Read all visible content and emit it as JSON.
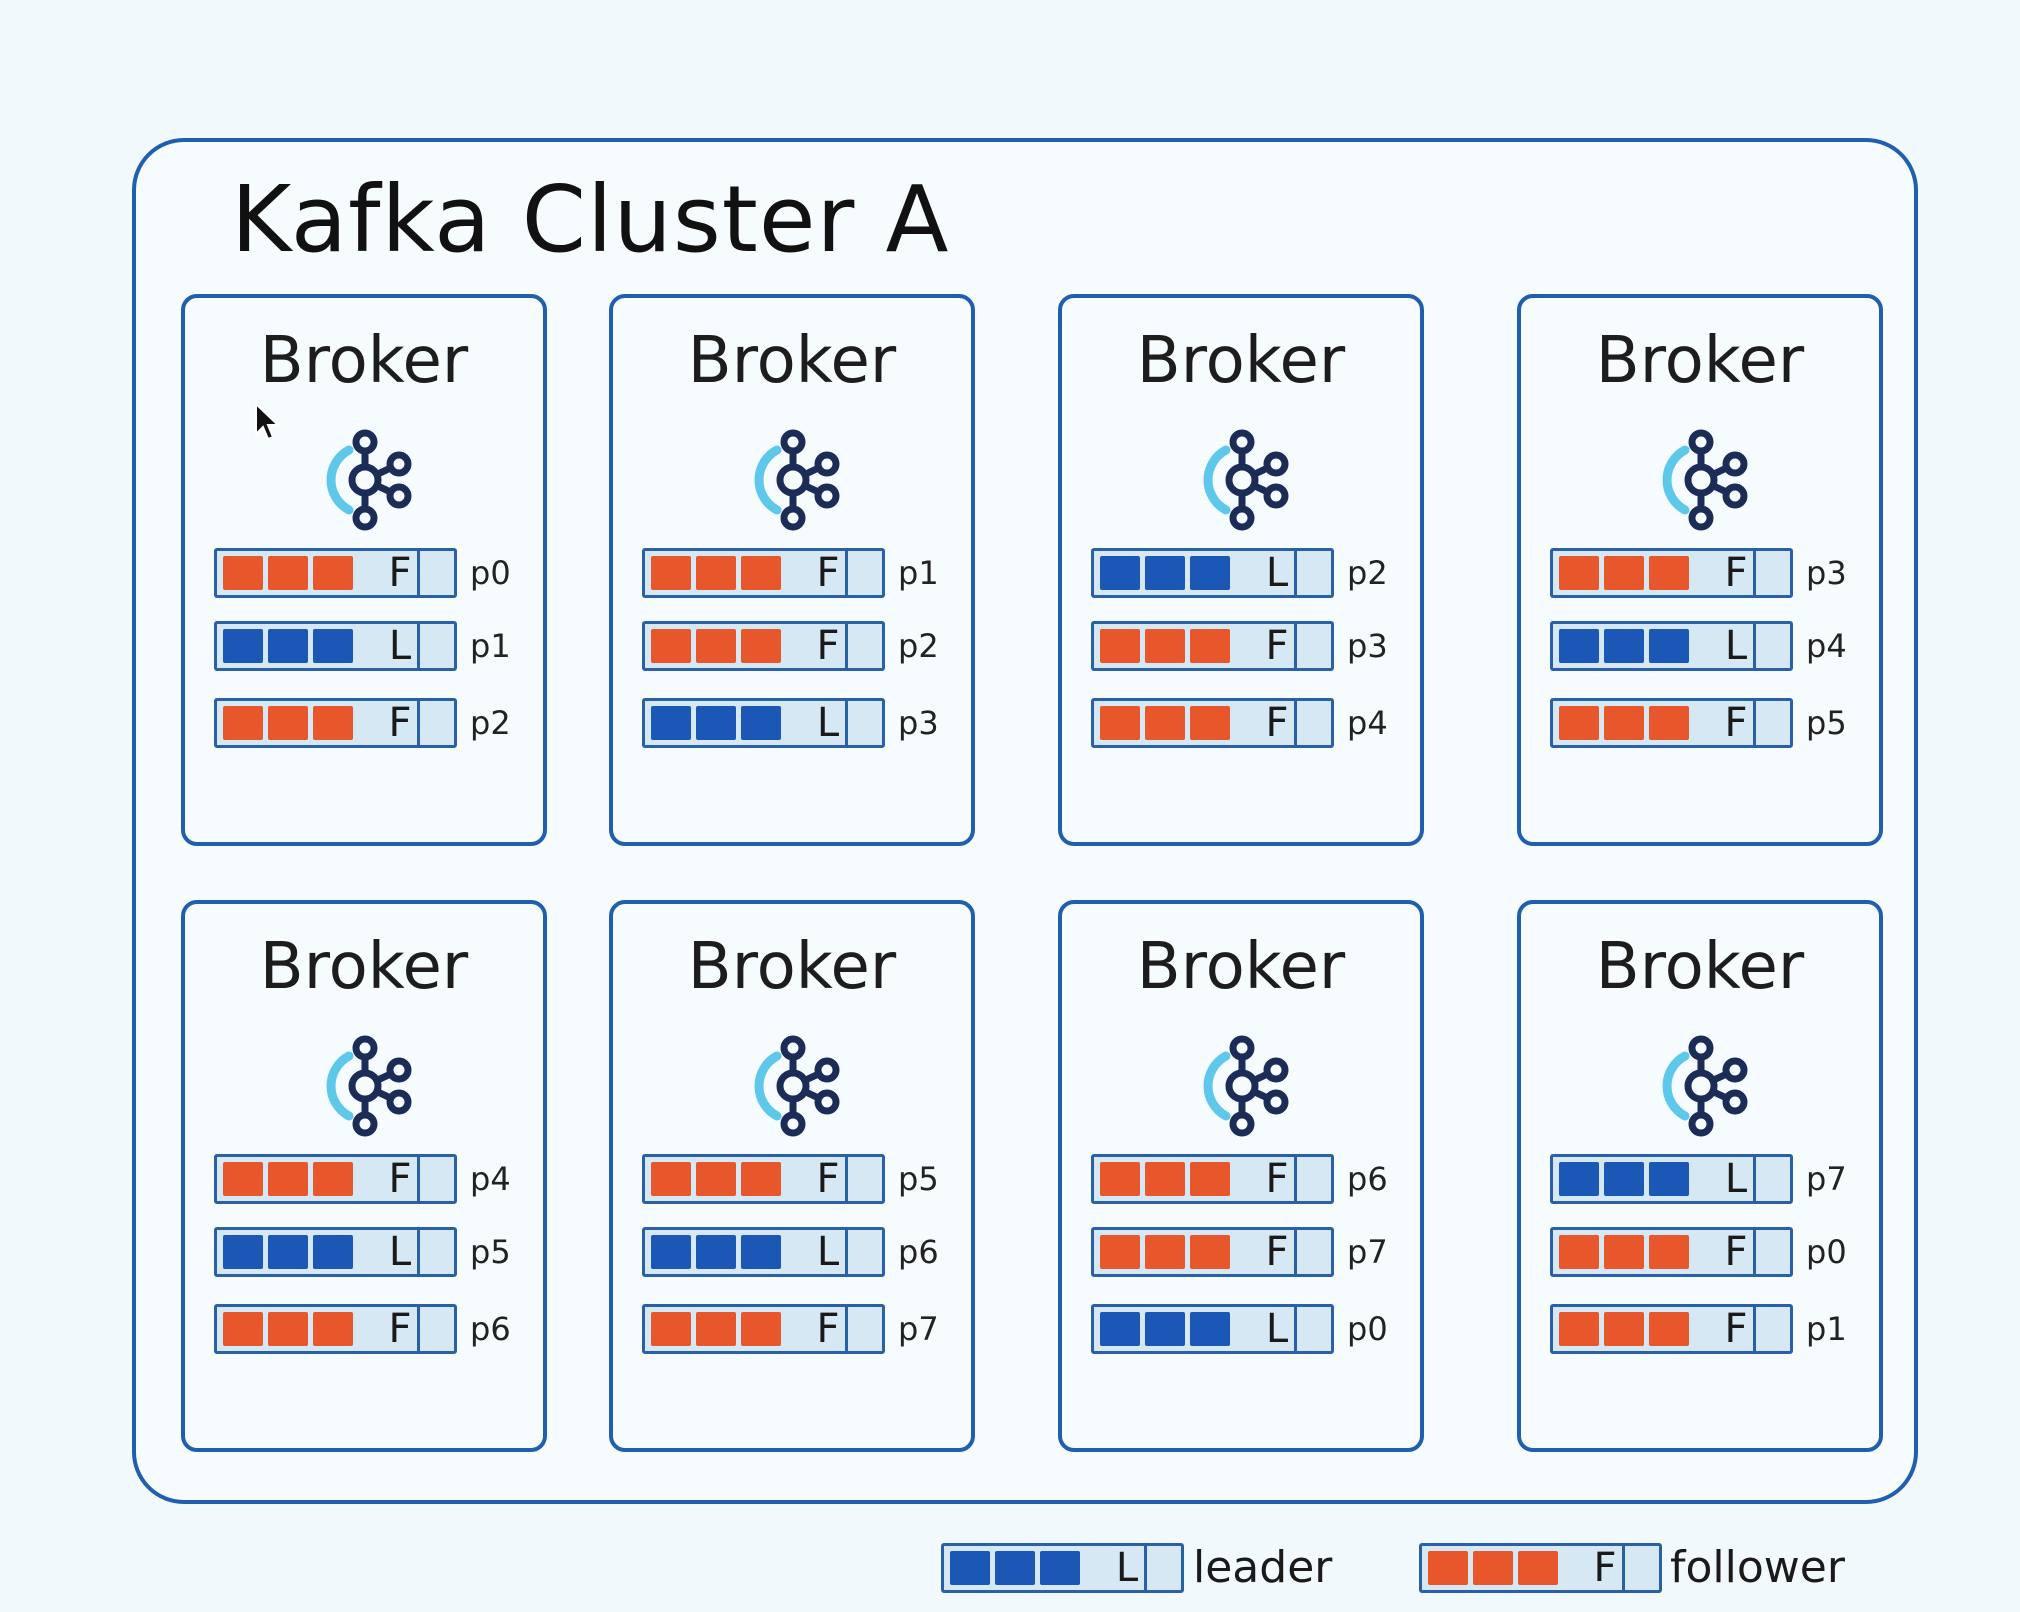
{
  "cluster": {
    "title": "Kafka Cluster A"
  },
  "brokers": [
    {
      "label": "Broker",
      "partitions": [
        {
          "role": "follower",
          "letter": "F",
          "id": "p0"
        },
        {
          "role": "leader",
          "letter": "L",
          "id": "p1"
        },
        {
          "role": "follower",
          "letter": "F",
          "id": "p2"
        }
      ]
    },
    {
      "label": "Broker",
      "partitions": [
        {
          "role": "follower",
          "letter": "F",
          "id": "p1"
        },
        {
          "role": "follower",
          "letter": "F",
          "id": "p2"
        },
        {
          "role": "leader",
          "letter": "L",
          "id": "p3"
        }
      ]
    },
    {
      "label": "Broker",
      "partitions": [
        {
          "role": "leader",
          "letter": "L",
          "id": "p2"
        },
        {
          "role": "follower",
          "letter": "F",
          "id": "p3"
        },
        {
          "role": "follower",
          "letter": "F",
          "id": "p4"
        }
      ]
    },
    {
      "label": "Broker",
      "partitions": [
        {
          "role": "follower",
          "letter": "F",
          "id": "p3"
        },
        {
          "role": "leader",
          "letter": "L",
          "id": "p4"
        },
        {
          "role": "follower",
          "letter": "F",
          "id": "p5"
        }
      ]
    },
    {
      "label": "Broker",
      "partitions": [
        {
          "role": "follower",
          "letter": "F",
          "id": "p4"
        },
        {
          "role": "leader",
          "letter": "L",
          "id": "p5"
        },
        {
          "role": "follower",
          "letter": "F",
          "id": "p6"
        }
      ]
    },
    {
      "label": "Broker",
      "partitions": [
        {
          "role": "follower",
          "letter": "F",
          "id": "p5"
        },
        {
          "role": "leader",
          "letter": "L",
          "id": "p6"
        },
        {
          "role": "follower",
          "letter": "F",
          "id": "p7"
        }
      ]
    },
    {
      "label": "Broker",
      "partitions": [
        {
          "role": "follower",
          "letter": "F",
          "id": "p6"
        },
        {
          "role": "follower",
          "letter": "F",
          "id": "p7"
        },
        {
          "role": "leader",
          "letter": "L",
          "id": "p0"
        }
      ]
    },
    {
      "label": "Broker",
      "partitions": [
        {
          "role": "leader",
          "letter": "L",
          "id": "p7"
        },
        {
          "role": "follower",
          "letter": "F",
          "id": "p0"
        },
        {
          "role": "follower",
          "letter": "F",
          "id": "p1"
        }
      ]
    }
  ],
  "legend": {
    "leader": {
      "letter": "L",
      "label": "leader"
    },
    "follower": {
      "letter": "F",
      "label": "follower"
    }
  },
  "colors": {
    "leader": "#1b58b5",
    "follower": "#e8572c",
    "border": "#1f5fae",
    "icon_arc": "#5ec8ea"
  },
  "icons": {
    "broker": "kafka-logo-icon",
    "cursor": "mouse-pointer-icon"
  }
}
